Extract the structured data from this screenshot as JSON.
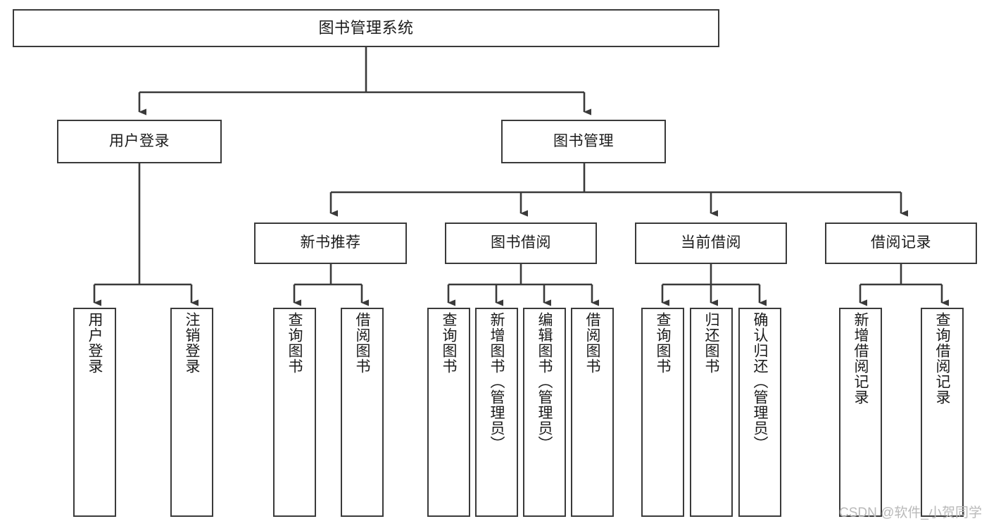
{
  "diagram": {
    "title": "图书管理系统",
    "type": "hierarchy-tree",
    "root": {
      "label": "图书管理系统"
    },
    "level1": [
      {
        "label": "用户登录"
      },
      {
        "label": "图书管理"
      }
    ],
    "level2": [
      {
        "label": "新书推荐"
      },
      {
        "label": "图书借阅"
      },
      {
        "label": "当前借阅"
      },
      {
        "label": "借阅记录"
      }
    ],
    "leaves": {
      "user_login": [
        {
          "label": "用户登录"
        },
        {
          "label": "注销登录"
        }
      ],
      "new_book_recommend": [
        {
          "label": "查询图书"
        },
        {
          "label": "借阅图书"
        }
      ],
      "book_borrow": [
        {
          "label": "查询图书"
        },
        {
          "label": "新增图书（管理员）"
        },
        {
          "label": "编辑图书（管理员）"
        },
        {
          "label": "借阅图书"
        }
      ],
      "current_borrow": [
        {
          "label": "查询图书"
        },
        {
          "label": "归还图书"
        },
        {
          "label": "确认归还（管理员）"
        }
      ],
      "borrow_record": [
        {
          "label": "新增借阅记录"
        },
        {
          "label": "查询借阅记录"
        }
      ]
    },
    "watermark": "CSDN @软件_小贺同学",
    "colors": {
      "stroke": "#3a3a3a",
      "fill": "#ffffff",
      "text": "#1b1b1b",
      "watermark": "#b9b9b9"
    }
  }
}
